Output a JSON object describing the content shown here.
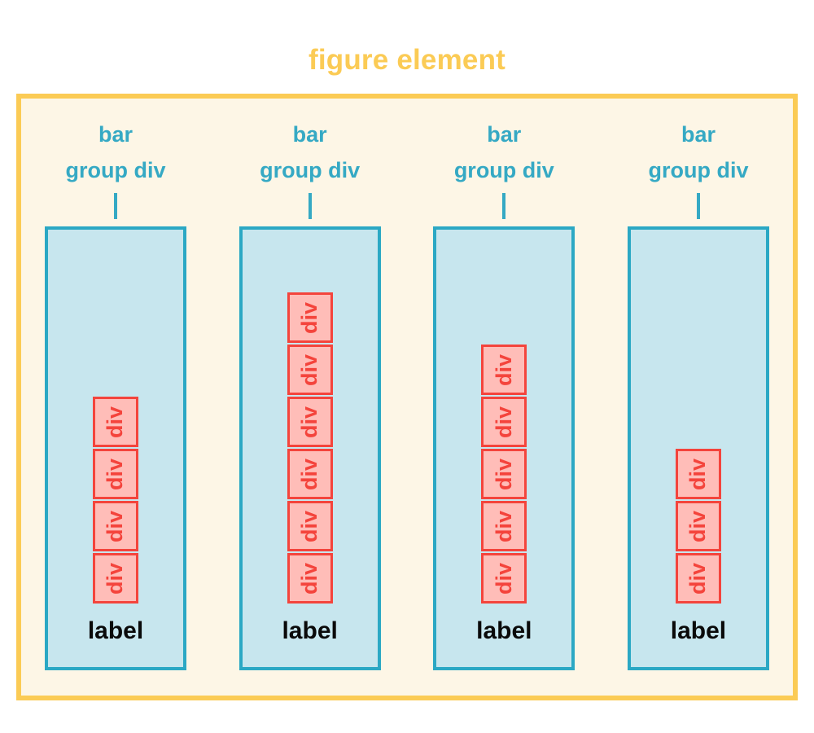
{
  "diagram": {
    "title": "figure element",
    "title_color": "#fbcb55",
    "frame_border_color": "#fbcb55",
    "frame_background_color": "#fdf6e6",
    "group_heading_color": "#35a9c4",
    "group_box_border_color": "#2ba8c4",
    "group_box_fill_color": "#c7e6ee",
    "bar_border_color": "#f4443c",
    "bar_fill_color": "#ffbdb8",
    "label_color": "#0a0a0a",
    "bar_groups": [
      {
        "heading": "bar\ngroup div",
        "label": "label",
        "bar_count": 4,
        "bars": [
          {
            "text": "div"
          },
          {
            "text": "div"
          },
          {
            "text": "div"
          },
          {
            "text": "div"
          }
        ]
      },
      {
        "heading": "bar\ngroup div",
        "label": "label",
        "bar_count": 6,
        "bars": [
          {
            "text": "div"
          },
          {
            "text": "div"
          },
          {
            "text": "div"
          },
          {
            "text": "div"
          },
          {
            "text": "div"
          },
          {
            "text": "div"
          }
        ]
      },
      {
        "heading": "bar\ngroup div",
        "label": "label",
        "bar_count": 5,
        "bars": [
          {
            "text": "div"
          },
          {
            "text": "div"
          },
          {
            "text": "div"
          },
          {
            "text": "div"
          },
          {
            "text": "div"
          }
        ]
      },
      {
        "heading": "bar\ngroup div",
        "label": "label",
        "bar_count": 3,
        "bars": [
          {
            "text": "div"
          },
          {
            "text": "div"
          },
          {
            "text": "div"
          }
        ]
      }
    ]
  }
}
